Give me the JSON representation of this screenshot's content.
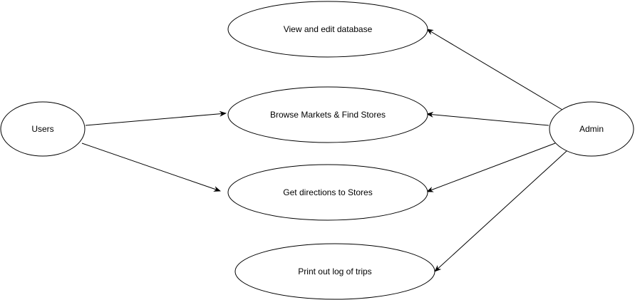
{
  "diagram": {
    "nodes": [
      {
        "id": "view-edit-db",
        "label": "View and edit database"
      },
      {
        "id": "browse-markets",
        "label": "Browse Markets & Find Stores"
      },
      {
        "id": "get-directions",
        "label": "Get directions to Stores"
      },
      {
        "id": "print-log",
        "label": "Print out log of trips"
      },
      {
        "id": "users",
        "label": "Users"
      },
      {
        "id": "admin",
        "label": "Admin"
      }
    ],
    "edges": [
      {
        "from": "users",
        "to": "browse-markets"
      },
      {
        "from": "users",
        "to": "get-directions"
      },
      {
        "from": "admin",
        "to": "view-edit-db"
      },
      {
        "from": "admin",
        "to": "browse-markets"
      },
      {
        "from": "admin",
        "to": "get-directions"
      },
      {
        "from": "admin",
        "to": "print-log"
      }
    ],
    "colors": {
      "stroke": "#000000",
      "fill": "#ffffff",
      "text": "#000000"
    }
  }
}
